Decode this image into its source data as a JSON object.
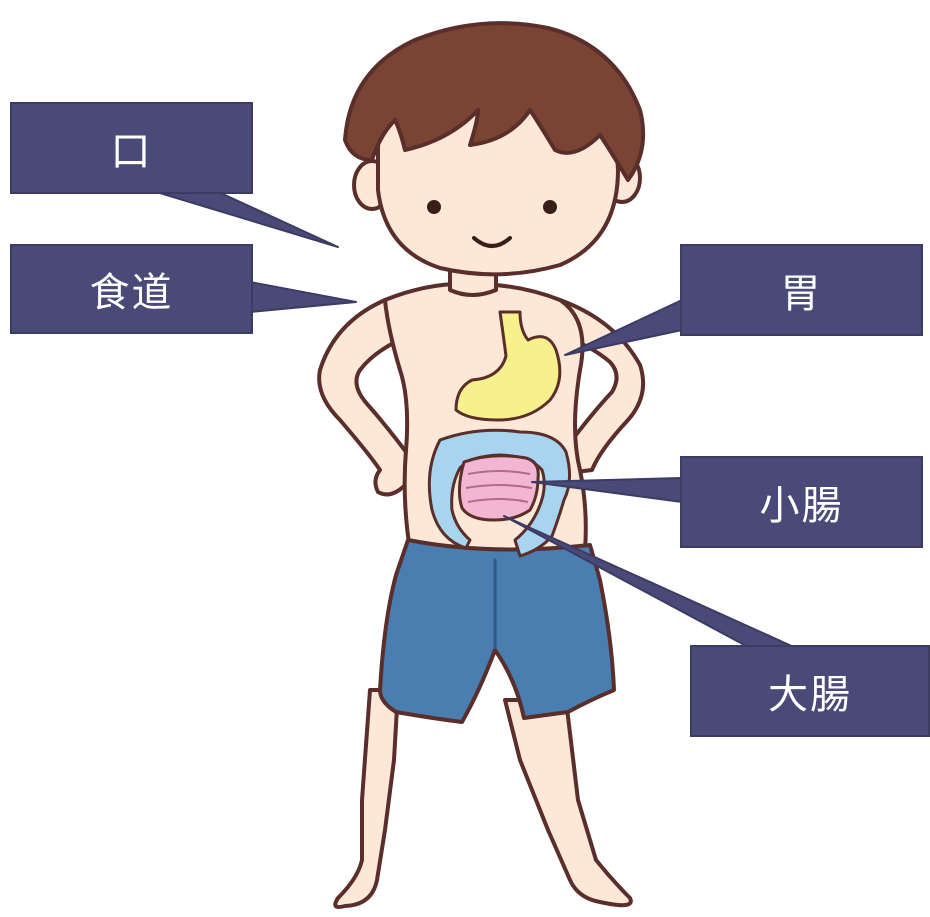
{
  "labels": {
    "mouth": "口",
    "esophagus": "食道",
    "stomach": "胃",
    "small_intestine": "小腸",
    "large_intestine": "大腸"
  },
  "colors": {
    "label_fill": "#4a4a78",
    "label_text": "#ffffff",
    "skin": "#fde7d6",
    "hair": "#7a4434",
    "shorts": "#4a7eb0",
    "stomach": "#f7f08c",
    "small_intestine": "#f2b6d2",
    "large_intestine": "#a9d4f0",
    "outline": "#5a2e2a"
  },
  "icons": {
    "figure": "child-figure-illustration"
  }
}
